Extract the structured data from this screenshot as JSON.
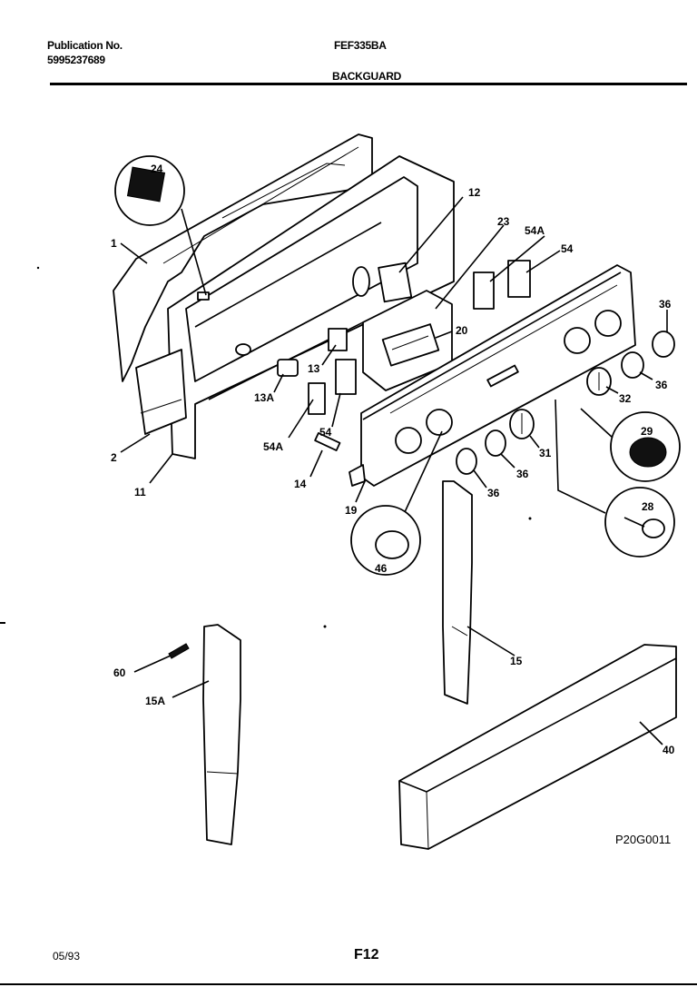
{
  "header": {
    "publication_label": "Publication No.",
    "publication_number": "5995237689",
    "model": "FEF335BA",
    "section_title": "BACKGUARD"
  },
  "footer": {
    "date": "05/93",
    "page": "F12"
  },
  "drawing_code": "P20G0011",
  "callouts": {
    "c1": "1",
    "c2": "2",
    "c11": "11",
    "c12": "12",
    "c13": "13",
    "c13a": "13A",
    "c14": "14",
    "c15": "15",
    "c15a": "15A",
    "c19": "19",
    "c20": "20",
    "c23": "23",
    "c24": "24",
    "c28": "28",
    "c29": "29",
    "c31": "31",
    "c32": "32",
    "c36a": "36",
    "c36b": "36",
    "c36c": "36",
    "c36d": "36",
    "c40": "40",
    "c46": "46",
    "c54a": "54",
    "c54b": "54",
    "c54aa": "54A",
    "c54ab": "54A",
    "c60": "60"
  }
}
